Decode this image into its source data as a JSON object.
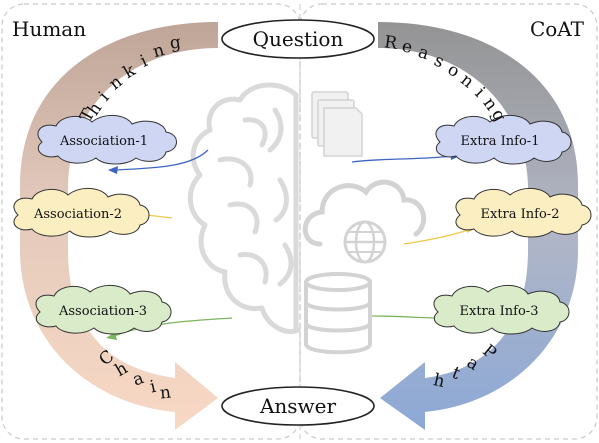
{
  "labels": {
    "human": "Human",
    "coat": "CoAT",
    "question": "Question",
    "answer": "Answer"
  },
  "arcs": {
    "thinking": [
      "T",
      "h",
      "i",
      "n",
      "k",
      "i",
      "n",
      "g"
    ],
    "reasoning": [
      "R",
      "e",
      "a",
      "s",
      "o",
      "n",
      "i",
      "n",
      "g"
    ],
    "chain": [
      "C",
      "h",
      "a",
      "i",
      "n"
    ],
    "path": [
      "P",
      "a",
      "t",
      "h"
    ]
  },
  "associations": [
    "Association-1",
    "Association-2",
    "Association-3"
  ],
  "extra_info": [
    "Extra Info-1",
    "Extra Info-2",
    "Extra Info-3"
  ],
  "icons": [
    "brain-icon",
    "document-stack-icon",
    "cloud-globe-icon",
    "database-icon"
  ],
  "colors": {
    "thinking_arc": "#b79b8c",
    "reasoning_arc": "#8a8a8a",
    "chain_arc": "#f3c4a6",
    "path_arc": "#7f9fd2",
    "assoc_1_fill": "#cfd6f3",
    "assoc_2_fill": "#fbeec0",
    "assoc_3_fill": "#d9ebc8",
    "info_1_fill": "#cfd6f3",
    "info_2_fill": "#fbeec0",
    "info_3_fill": "#d9ebc8",
    "link_1": "#3d66c4",
    "link_2": "#f1c84a",
    "link_3": "#7cb65b"
  }
}
